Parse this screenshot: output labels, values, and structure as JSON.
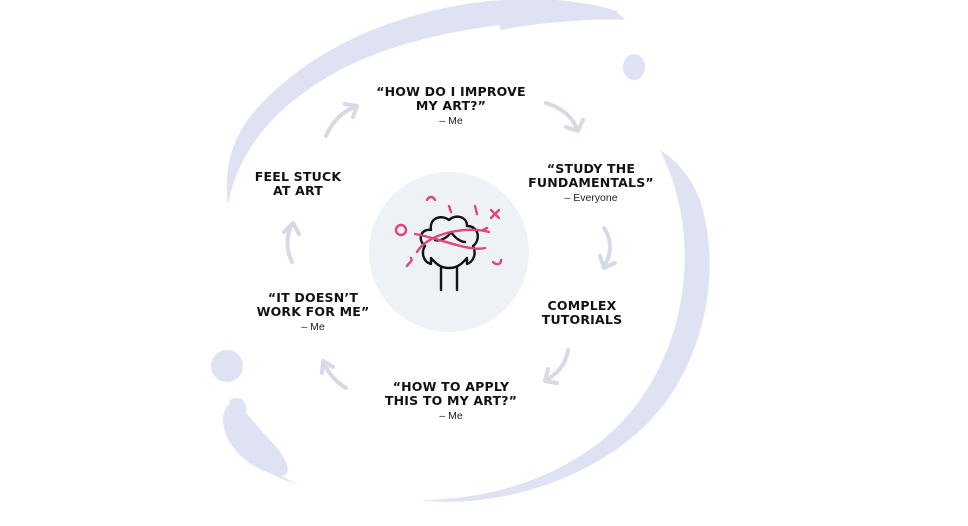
{
  "cycle": {
    "steps": [
      {
        "line1": "“HOW DO I IMPROVE",
        "line2": "MY ART?”",
        "attribution": "– Me"
      },
      {
        "line1": "“STUDY THE",
        "line2": "FUNDAMENTALS”",
        "attribution": "– Everyone"
      },
      {
        "line1": "COMPLEX",
        "line2": "TUTORIALS",
        "attribution": ""
      },
      {
        "line1": "“HOW TO APPLY",
        "line2": "THIS TO MY ART?”",
        "attribution": "– Me"
      },
      {
        "line1": "“IT DOESN’T",
        "line2": "WORK FOR ME”",
        "attribution": "– Me"
      },
      {
        "line1": "FEEL STUCK",
        "line2": "AT ART",
        "attribution": ""
      }
    ]
  },
  "colors": {
    "swirl": "#dfe2f2",
    "arrow": "#d7d9e4",
    "center_bg": "#eef2f7",
    "accent_pink": "#e0457b",
    "ink": "#111118"
  },
  "center_icon": "confused-girl-icon"
}
